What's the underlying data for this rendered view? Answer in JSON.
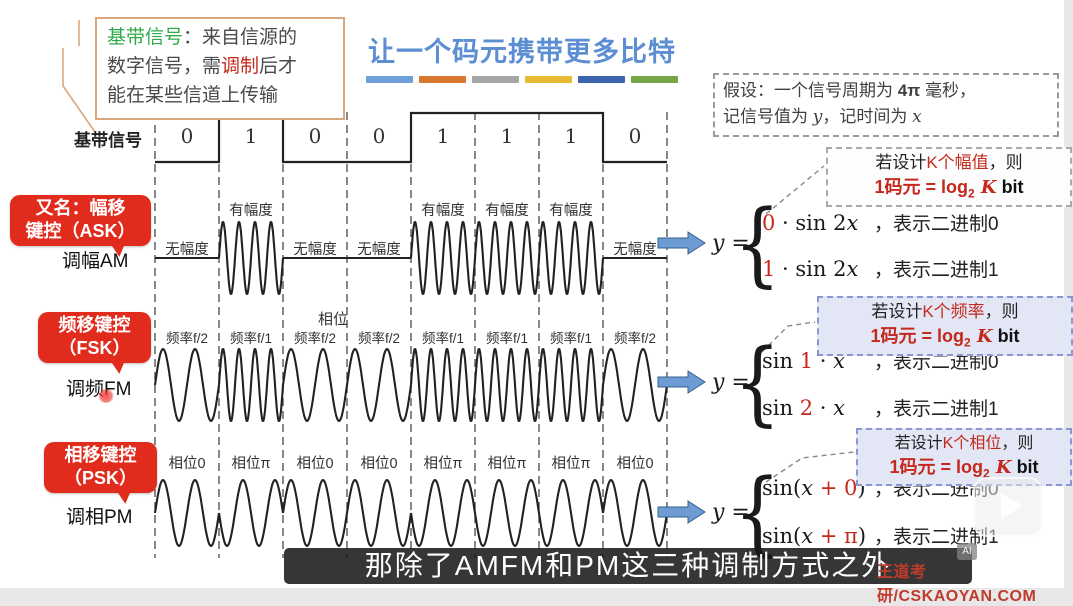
{
  "info_box": {
    "term": "基带信号",
    "after_term": "：来自信源的",
    "line2_pre": "数字信号，需",
    "line2_red": "调制",
    "line2_post": "后才",
    "line3": "能在某些信道上传输"
  },
  "title": {
    "text": "让一个码元携带更多比特",
    "underline_colors": [
      "#6f9fd8",
      "#d9772e",
      "#a6a6a6",
      "#e8bb33",
      "#3c64ad",
      "#75a647"
    ]
  },
  "assumption_box": {
    "l1_pre": "假设：一个信号周期为 ",
    "l1_bold": "4π",
    "l1_post": " 毫秒，",
    "l2_pre": "记信号值为 ",
    "l2_y": "y",
    "l2_mid": "，记时间为 ",
    "l2_x": "x"
  },
  "baseband": {
    "label": "基带信号",
    "bits": [
      "0",
      "1",
      "0",
      "0",
      "1",
      "1",
      "1",
      "0"
    ]
  },
  "ask": {
    "bubble": [
      "又名：幅移",
      "键控（ASK）"
    ],
    "sublabel": "调幅AM",
    "cell_labels": [
      "无幅度",
      "有幅度",
      "无幅度",
      "无幅度",
      "有幅度",
      "有幅度",
      "有幅度",
      "无幅度"
    ],
    "wave": {
      "bit0": "flat",
      "bit1_cycles": 4
    }
  },
  "fsk": {
    "bubble": [
      "频移键控",
      "（FSK）"
    ],
    "sublabel": "调频FM",
    "phase_note": "相位",
    "cell_labels": [
      "频率f/2",
      "频率f/1",
      "频率f/2",
      "频率f/2",
      "频率f/1",
      "频率f/1",
      "频率f/1",
      "频率f/2"
    ],
    "wave": {
      "bit0_cycles": 2,
      "bit1_cycles": 4
    }
  },
  "psk": {
    "bubble": [
      "相移键控",
      "（PSK）"
    ],
    "sublabel": "调相PM",
    "cell_labels": [
      "相位0",
      "相位π",
      "相位0",
      "相位0",
      "相位π",
      "相位π",
      "相位π",
      "相位0"
    ],
    "wave": {
      "cycles": 2,
      "bit0_phase": "0",
      "bit1_phase": "π"
    }
  },
  "equations": {
    "ask": {
      "lhs": "y =",
      "line1": {
        "red": "0",
        "mid": " · sin 2",
        "v": "x",
        "comment": "，表示二进制0"
      },
      "line2": {
        "red": "1",
        "mid": " · sin 2",
        "v": "x",
        "comment": "，表示二进制1"
      }
    },
    "fsk": {
      "lhs": "y =",
      "line1": {
        "pre": "sin ",
        "red": "1",
        "mid": " · ",
        "v": "x",
        "comment": "，表示二进制0"
      },
      "line2": {
        "pre": "sin ",
        "red": "2",
        "mid": " · ",
        "v": "x",
        "comment": "，表示二进制1"
      }
    },
    "psk": {
      "lhs": "y =",
      "line1": {
        "pre": "sin(",
        "v": "x",
        "red": " + 0",
        "post": ")",
        "comment": "，表示二进制0"
      },
      "line2": {
        "pre": "sin(",
        "v": "x",
        "red": " + π",
        "post": ")",
        "comment": "，表示二进制1"
      }
    }
  },
  "callouts": {
    "ask": {
      "l1_pre": "若设计",
      "l1_red": "K个幅值",
      "l1_post": "，则",
      "f_red": "1码元 = log",
      "f_sub": "2",
      "f_k": " K",
      "f_unit": " bit"
    },
    "fsk": {
      "l1_pre": "若设计",
      "l1_red": "K个频率",
      "l1_post": "，则",
      "f_red": "1码元 = log",
      "f_sub": "2",
      "f_k": " K",
      "f_unit": " bit"
    },
    "psk": {
      "l1_pre": "若设计",
      "l1_red": "K个相位",
      "l1_post": "，则",
      "f_red": "1码元 = log",
      "f_sub": "2",
      "f_k": " K",
      "f_unit": " bit"
    }
  },
  "footer": {
    "subtitle": "那除了AMFM和PM这三种调制方式之外",
    "ai_tag": "AI",
    "watermark": "王道考研/CSKAOYAN.COM"
  }
}
